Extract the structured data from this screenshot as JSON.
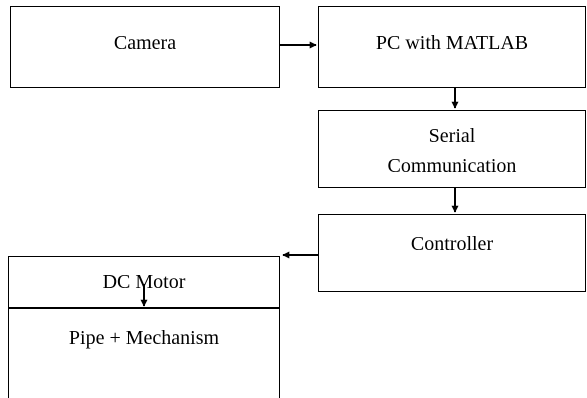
{
  "diagram": {
    "nodes": [
      {
        "id": "camera",
        "label": "Camera"
      },
      {
        "id": "pc",
        "label": "PC with MATLAB"
      },
      {
        "id": "serial",
        "label_lines": [
          "Serial",
          "Communication"
        ]
      },
      {
        "id": "controller",
        "label": "Controller"
      },
      {
        "id": "motor",
        "label": "DC Motor"
      },
      {
        "id": "pipe",
        "label": "Pipe + Mechanism"
      }
    ],
    "edges": [
      {
        "from": "camera",
        "to": "pc"
      },
      {
        "from": "pc",
        "to": "serial"
      },
      {
        "from": "serial",
        "to": "controller"
      },
      {
        "from": "controller",
        "to": "motor"
      },
      {
        "from": "motor",
        "to": "pipe"
      }
    ]
  }
}
